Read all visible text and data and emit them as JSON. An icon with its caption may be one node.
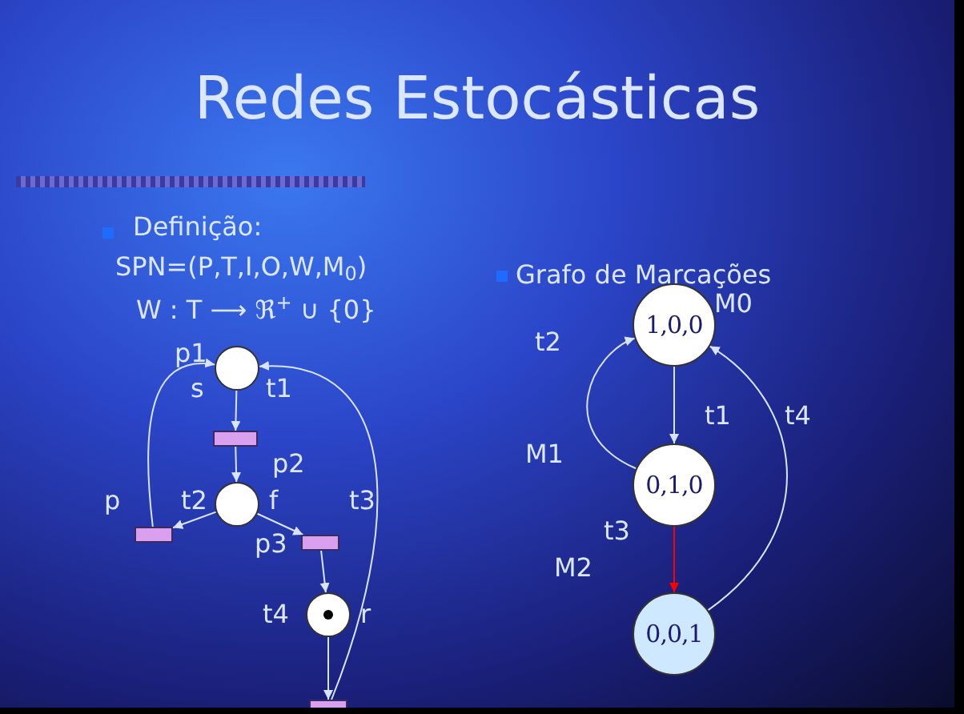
{
  "diagram": {
    "title": "Redes Estocásticas",
    "nodes": [
      {
        "text": [],
        "shape": "circle"
      },
      {
        "text": [],
        "shape": "bar"
      },
      {
        "text": [],
        "shape": "circle"
      },
      {
        "text": [],
        "shape": "bar"
      },
      {
        "text": [],
        "shape": "bar"
      },
      {
        "text": [],
        "shape": "circle"
      },
      {
        "text": [],
        "shape": "bar"
      },
      {
        "text": [
          "1,0,0"
        ],
        "beside": [
          "M0"
        ]
      },
      {
        "text": [
          "0,1,0"
        ]
      },
      {
        "text": [
          "0,0,1"
        ]
      }
    ],
    "edges": [
      {
        "from": 0,
        "to": 1,
        "arrow": "to"
      },
      {
        "from": 1,
        "to": 2,
        "arrow": "to"
      },
      {
        "from": 2,
        "to": 3,
        "arrow": "to"
      },
      {
        "from": 2,
        "to": 4,
        "arrow": "to"
      },
      {
        "from": 4,
        "to": 5,
        "arrow": "to"
      },
      {
        "from": 5,
        "to": 6,
        "arrow": "to"
      },
      {
        "from": 6,
        "to": 0,
        "arrow": "to"
      },
      {
        "from": 3,
        "to": 0,
        "arrow": "to"
      },
      {
        "from": 7,
        "to": 8,
        "arrow": "to"
      },
      {
        "from": 8,
        "to": 7,
        "arrow": "to"
      },
      {
        "from": 8,
        "to": 9,
        "arrow": "to",
        "color": "#ff0000"
      },
      {
        "from": 9,
        "to": 7,
        "arrow": "to"
      }
    ],
    "labels": [
      "Definição:",
      "SPN=(P,T,I,O,W,M$_{0}$)",
      "Grafo de Marcações",
      "W : T ⟶ ℜ$^{+}$ ∪ {0}",
      "p1",
      "t2",
      "s",
      "t1",
      "t1",
      "t4",
      "p2",
      "M1",
      "p",
      "t2",
      "f",
      "t3",
      "p3",
      "t3",
      "M2",
      "t4",
      "r"
    ]
  }
}
